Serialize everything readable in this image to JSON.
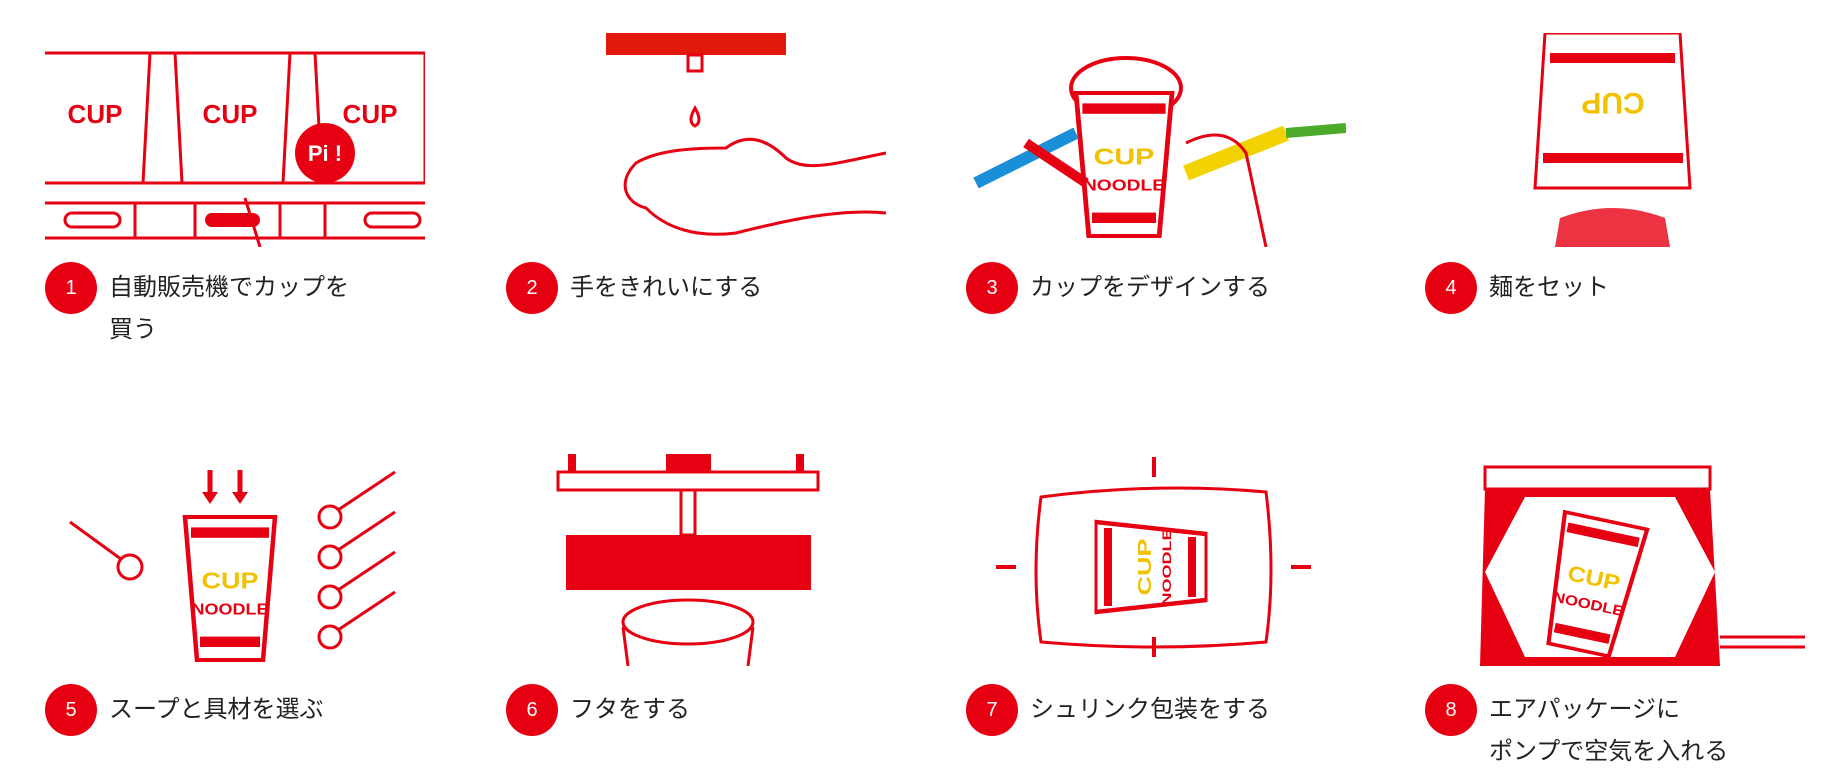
{
  "accent_color": "#e60012",
  "steps": [
    {
      "number": "1",
      "lines": [
        "自動販売機でカップを",
        "買う"
      ],
      "illustration": "vending-machine",
      "badge": "Pi !"
    },
    {
      "number": "2",
      "lines": [
        "手をきれいにする"
      ],
      "illustration": "hand-washing"
    },
    {
      "number": "3",
      "lines": [
        "カップをデザインする"
      ],
      "illustration": "cup-design"
    },
    {
      "number": "4",
      "lines": [
        "麺をセット"
      ],
      "illustration": "noodle-set"
    },
    {
      "number": "5",
      "lines": [
        "スープと具材を選ぶ"
      ],
      "illustration": "soup-toppings"
    },
    {
      "number": "6",
      "lines": [
        "フタをする"
      ],
      "illustration": "lid-sealing"
    },
    {
      "number": "7",
      "lines": [
        "シュリンク包装をする"
      ],
      "illustration": "shrink-wrap"
    },
    {
      "number": "8",
      "lines": [
        "エアパッケージに",
        "ポンプで空気を入れる"
      ],
      "illustration": "air-package"
    }
  ]
}
